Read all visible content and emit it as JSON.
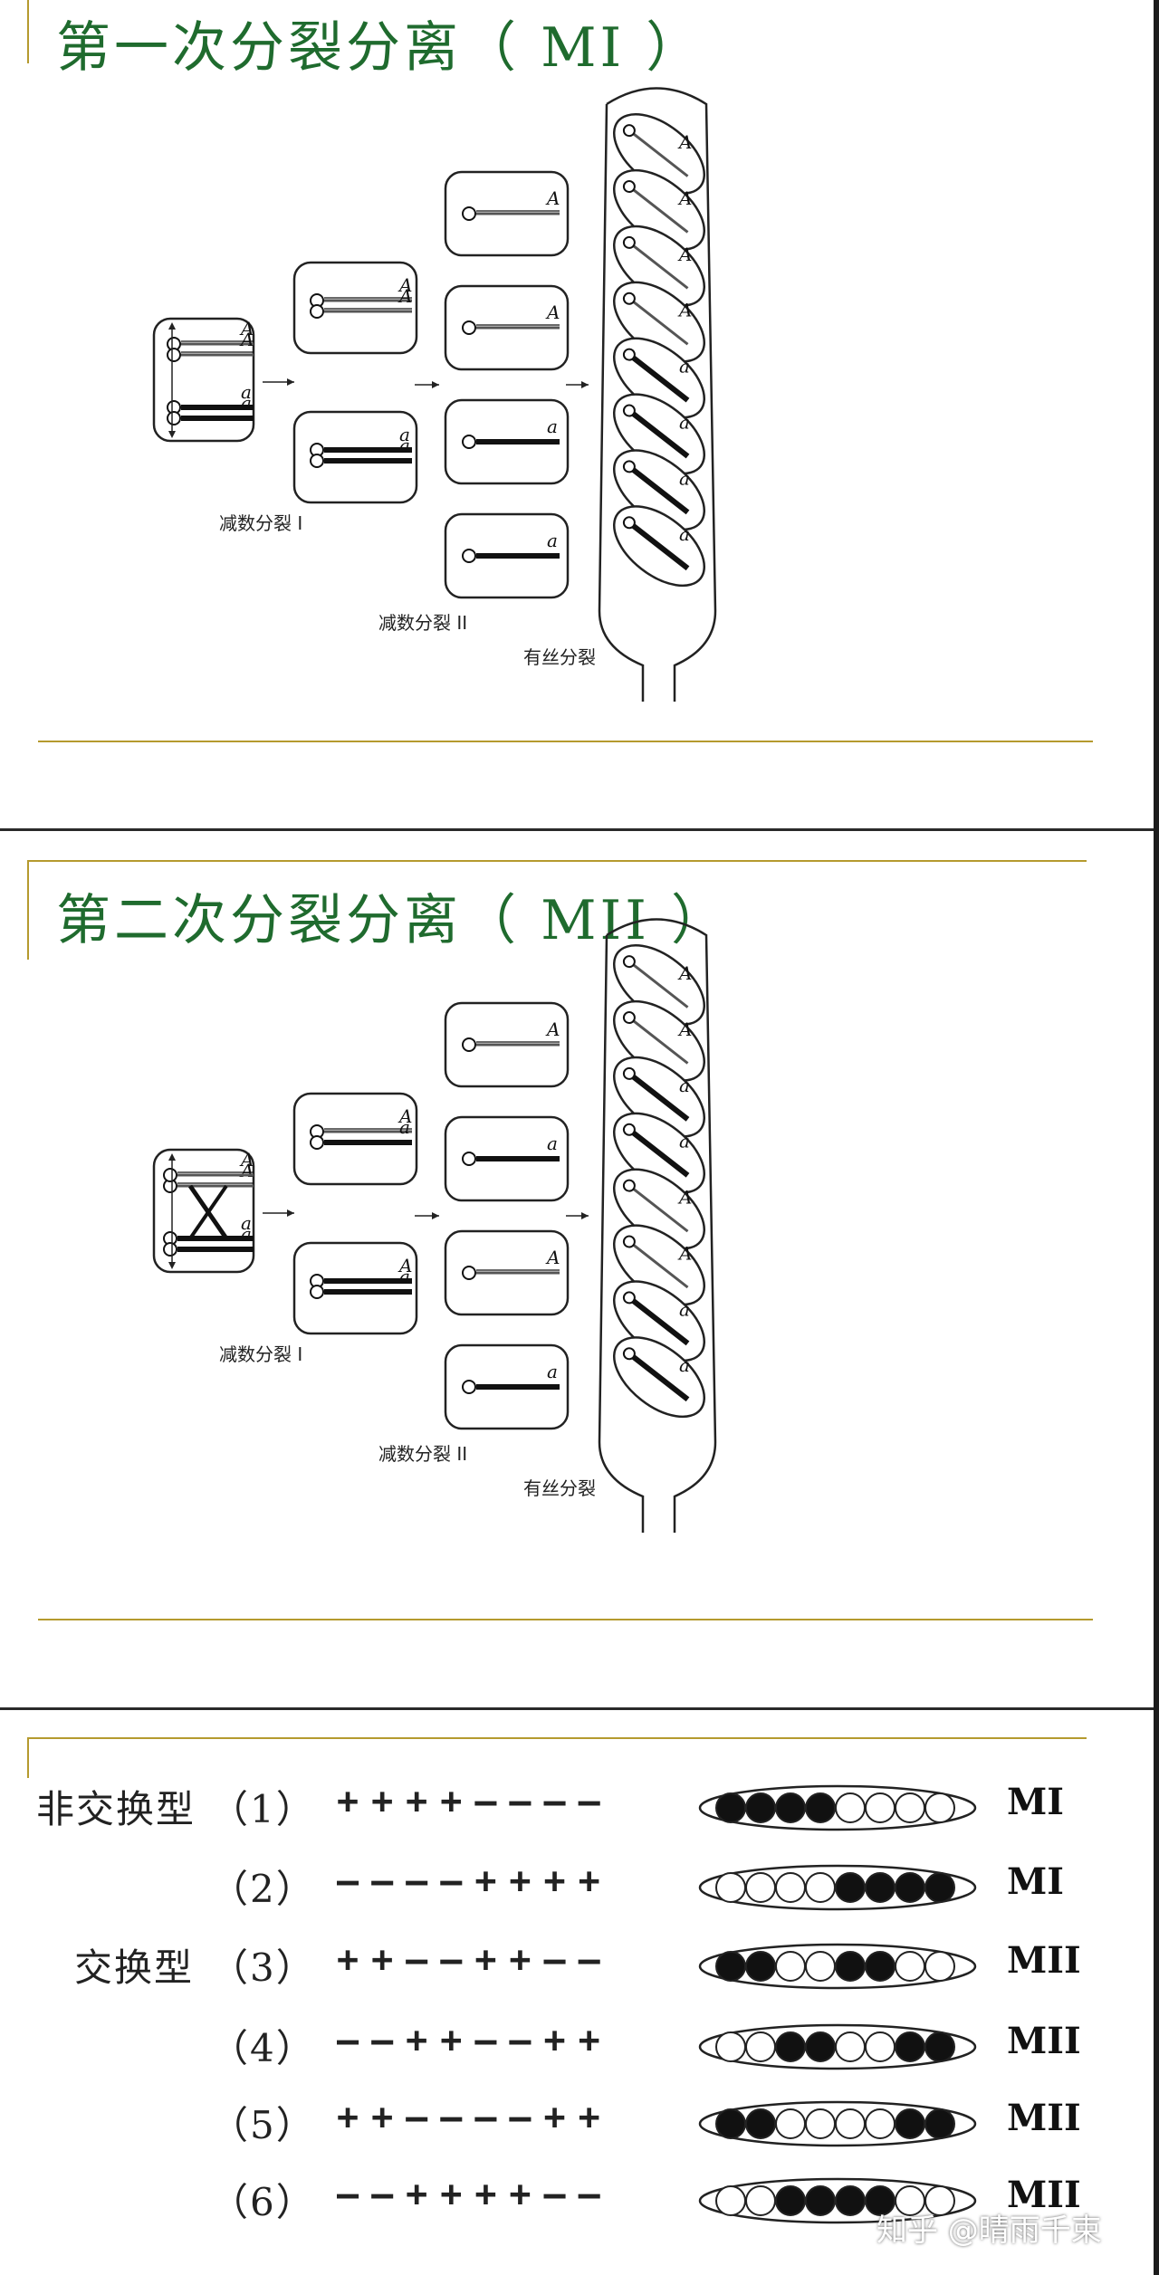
{
  "section1": {
    "title": "第一次分裂分离（ MI ）",
    "label_meiosis1": "减数分裂 I",
    "label_meiosis2": "减数分裂 II",
    "label_mitosis": "有丝分裂",
    "ascus_alleles": [
      "A",
      "A",
      "A",
      "A",
      "a",
      "a",
      "a",
      "a"
    ]
  },
  "section2": {
    "title": "第二次分裂分离（ MII ）",
    "label_meiosis1": "减数分裂 I",
    "label_meiosis2": "减数分裂 II",
    "label_mitosis": "有丝分裂",
    "ascus_alleles": [
      "A",
      "A",
      "a",
      "a",
      "A",
      "A",
      "a",
      "a"
    ]
  },
  "section3": {
    "rows": [
      {
        "group": "非交换型",
        "num": "（1）",
        "signs": "++++––––",
        "pattern": [
          1,
          1,
          1,
          1,
          0,
          0,
          0,
          0
        ],
        "type": "MI"
      },
      {
        "group": "",
        "num": "（2）",
        "signs": "––––++++",
        "pattern": [
          0,
          0,
          0,
          0,
          1,
          1,
          1,
          1
        ],
        "type": "MI"
      },
      {
        "group": "交换型",
        "num": "（3）",
        "signs": "++––++––",
        "pattern": [
          1,
          1,
          0,
          0,
          1,
          1,
          0,
          0
        ],
        "type": "MII"
      },
      {
        "group": "",
        "num": "（4）",
        "signs": "––++––++",
        "pattern": [
          0,
          0,
          1,
          1,
          0,
          0,
          1,
          1
        ],
        "type": "MII"
      },
      {
        "group": "",
        "num": "（5）",
        "signs": "++––––++",
        "pattern": [
          1,
          1,
          0,
          0,
          0,
          0,
          1,
          1
        ],
        "type": "MII"
      },
      {
        "group": "",
        "num": "（6）",
        "signs": "––++++––",
        "pattern": [
          0,
          0,
          1,
          1,
          1,
          1,
          0,
          0
        ],
        "type": "MII"
      }
    ]
  },
  "watermark": "知乎 @晴雨千束"
}
